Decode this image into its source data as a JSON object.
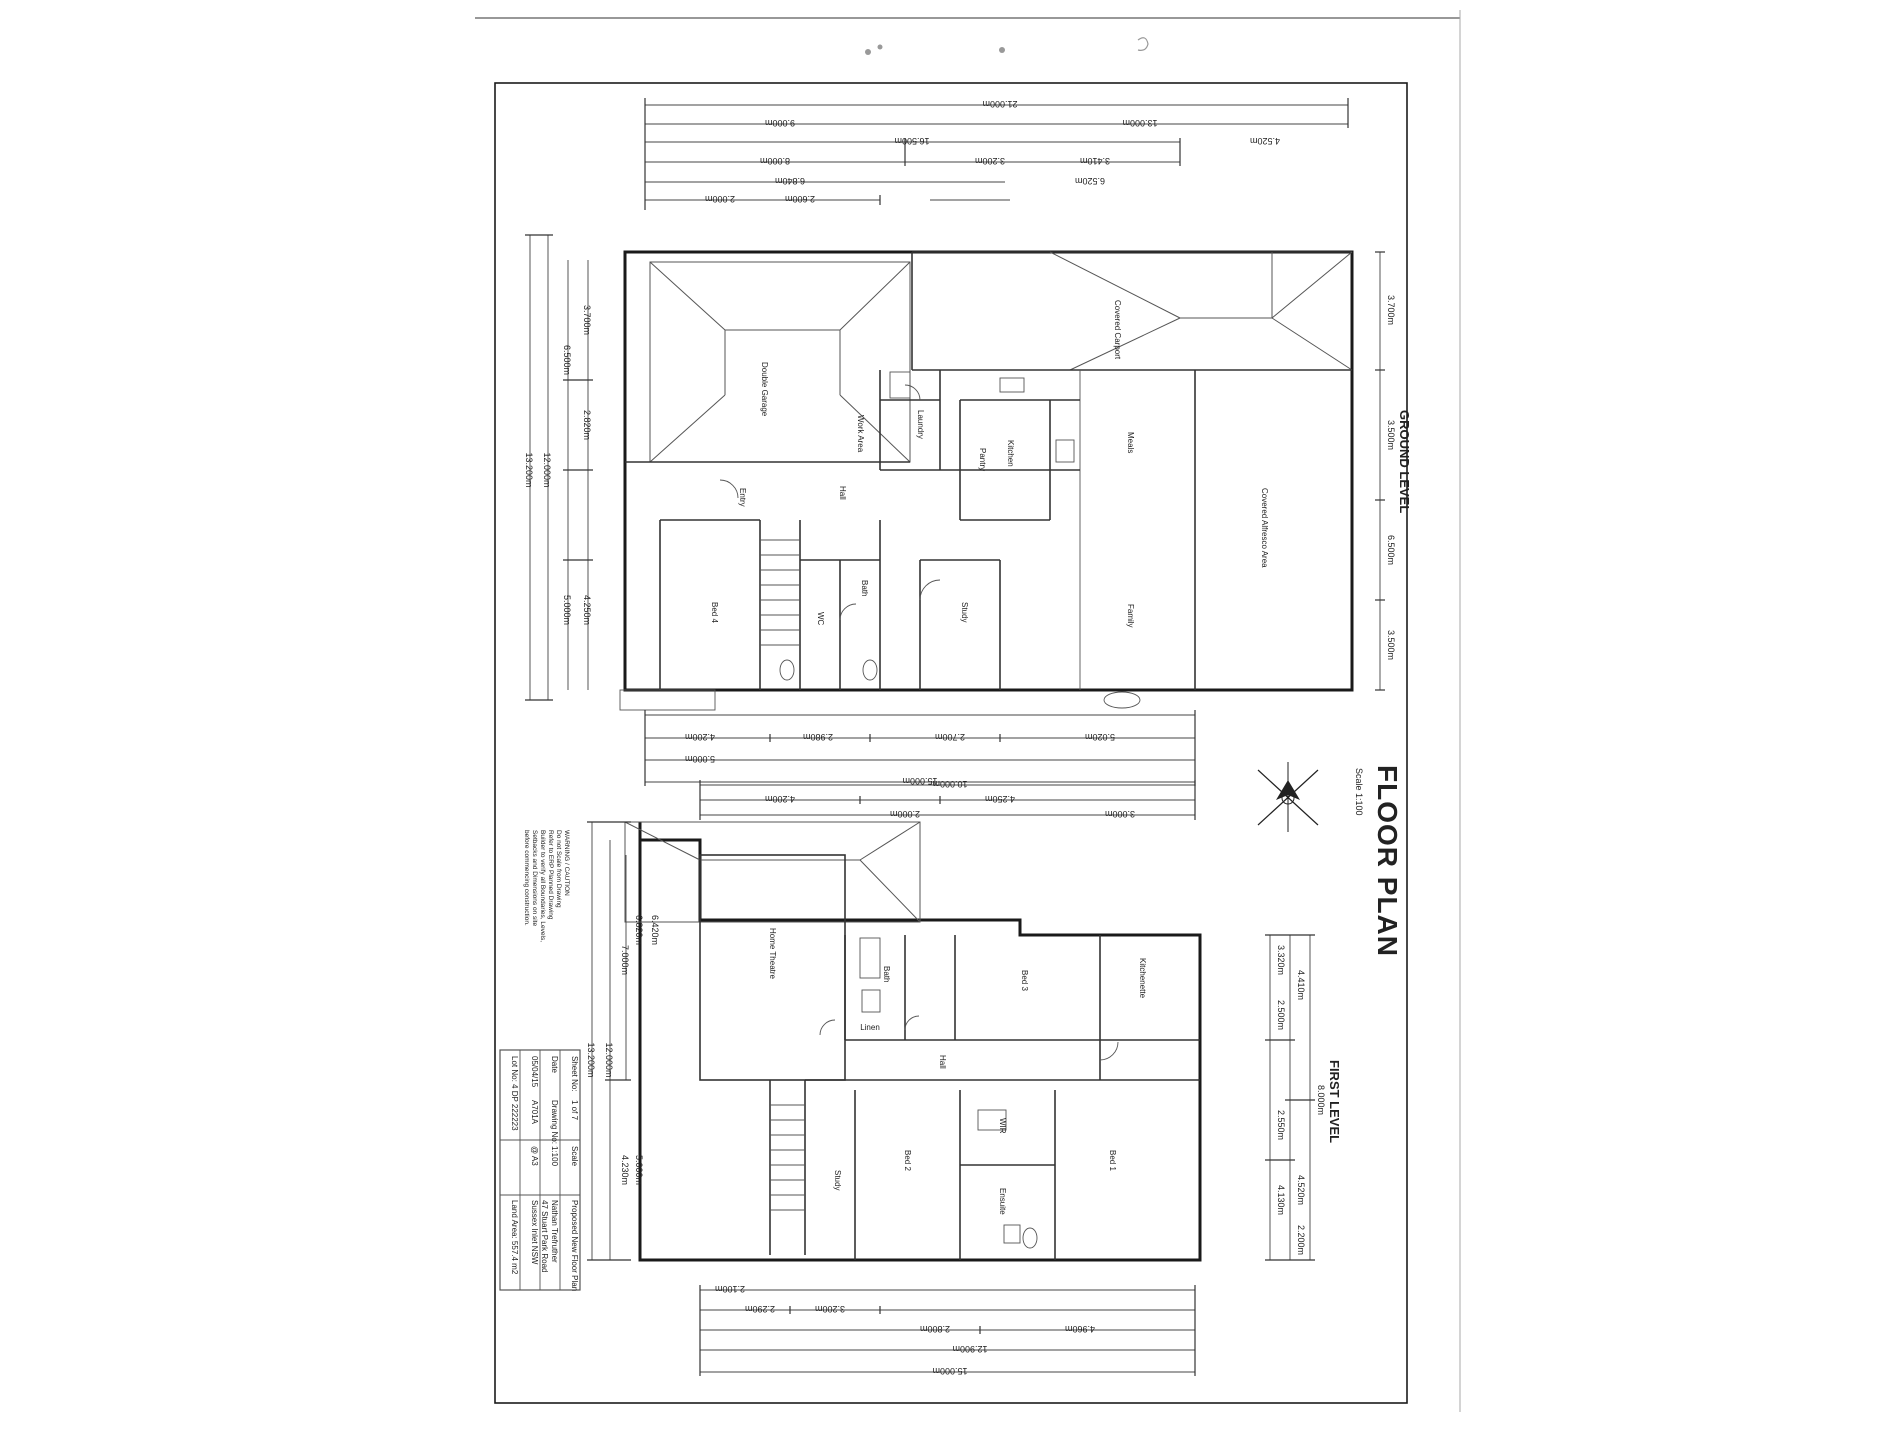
{
  "sheet": {
    "title": "FLOOR PLAN",
    "scale": "Scale 1:100",
    "ground_level_label": "GROUND LEVEL",
    "first_level_label": "FIRST LEVEL"
  },
  "ground_rooms": [
    {
      "key": "double_garage",
      "label": "Double Garage"
    },
    {
      "key": "covered_carport",
      "label": "Covered Carport"
    },
    {
      "key": "meals",
      "label": "Meals"
    },
    {
      "key": "covered_alfresco",
      "label": "Covered Alfresco Area"
    },
    {
      "key": "kitchen",
      "label": "Kitchen"
    },
    {
      "key": "family",
      "label": "Family"
    },
    {
      "key": "study",
      "label": "Study"
    },
    {
      "key": "bed4",
      "label": "Bed 4"
    },
    {
      "key": "laundry",
      "label": "Laundry"
    },
    {
      "key": "entry",
      "label": "Entry"
    },
    {
      "key": "hall",
      "label": "Hall"
    },
    {
      "key": "pantry",
      "label": "Pantry"
    },
    {
      "key": "bath",
      "label": "Bath"
    },
    {
      "key": "wc",
      "label": "WC"
    },
    {
      "key": "work_area",
      "label": "Work Area"
    }
  ],
  "first_rooms": [
    {
      "key": "home_theatre",
      "label": "Home Theatre"
    },
    {
      "key": "bed3",
      "label": "Bed 3"
    },
    {
      "key": "bed2",
      "label": "Bed 2"
    },
    {
      "key": "bed1",
      "label": "Bed 1"
    },
    {
      "key": "bath",
      "label": "Bath"
    },
    {
      "key": "hall",
      "label": "Hall"
    },
    {
      "key": "ensuite",
      "label": "Ensuite"
    },
    {
      "key": "wir",
      "label": "WIR"
    },
    {
      "key": "study",
      "label": "Study"
    },
    {
      "key": "kitchenette",
      "label": "Kitchenette"
    },
    {
      "key": "linen",
      "label": "Linen"
    }
  ],
  "ground_dims_top": [
    "21.000m",
    "13.000m",
    "9.000m",
    "16.500m",
    "4.520m",
    "8.000m",
    "3.200m",
    "3.410m",
    "6.840m",
    "6.520m",
    "2.000m",
    "2.600m"
  ],
  "ground_dims_bottom": [
    "15.000m",
    "5.000m",
    "2.980m",
    "2.700m",
    "5.020m",
    "4.200m"
  ],
  "ground_dims_right": [
    "3.700m",
    "3.500m",
    "6.500m",
    "3.500m"
  ],
  "ground_dims_left": [
    "13.200m",
    "12.000m",
    "6.500m",
    "3.700m",
    "2.820m",
    "5.000m",
    "4.250m"
  ],
  "first_dims_top": [
    "10.000m",
    "4.200m",
    "2.000m",
    "4.250m",
    "3.000m"
  ],
  "first_dims_bottom": [
    "15.000m",
    "12.900m",
    "4.960m",
    "2.800m",
    "3.200m",
    "2.290m",
    "2.100m"
  ],
  "first_dims_right": [
    "8.000m",
    "4.410m",
    "3.320m",
    "2.500m",
    "4.520m",
    "2.550m",
    "4.130m",
    "2.200m"
  ],
  "first_dims_left": [
    "13.200m",
    "12.000m",
    "7.000m",
    "6.820m",
    "6.420m",
    "4.230m",
    "5.000m"
  ],
  "notes": [
    "WARNING / CAUTION",
    "Do not Scale from Drawing",
    "Refer to ERP Planned Drawing",
    "Builder to verify all Boundaries, Levels,",
    "Setbacks and Dimensions on site",
    "before commencing construction."
  ],
  "title_block": {
    "sheet_label": "Sheet No:",
    "sheet_value": "1 of 7",
    "scale_label": "Scale",
    "scale_value": "1:100",
    "paper": "@ A3",
    "date_label": "Date",
    "date_value": "05/04/15",
    "drawing_label": "Drawing No:",
    "drawing_value": "A701A",
    "project": "Proposed New Floor Plan",
    "client": "Nathan Trefruther",
    "address": "47 Stuart Park Road",
    "suburb": "Sussex Inlet NSW",
    "lot": "Lot No: 4   DP 222223",
    "land_area": "Land Area: 557.4 m2"
  },
  "colors": {
    "paper": "#ffffff",
    "ink": "#1a1a1a",
    "faint": "#888888"
  }
}
